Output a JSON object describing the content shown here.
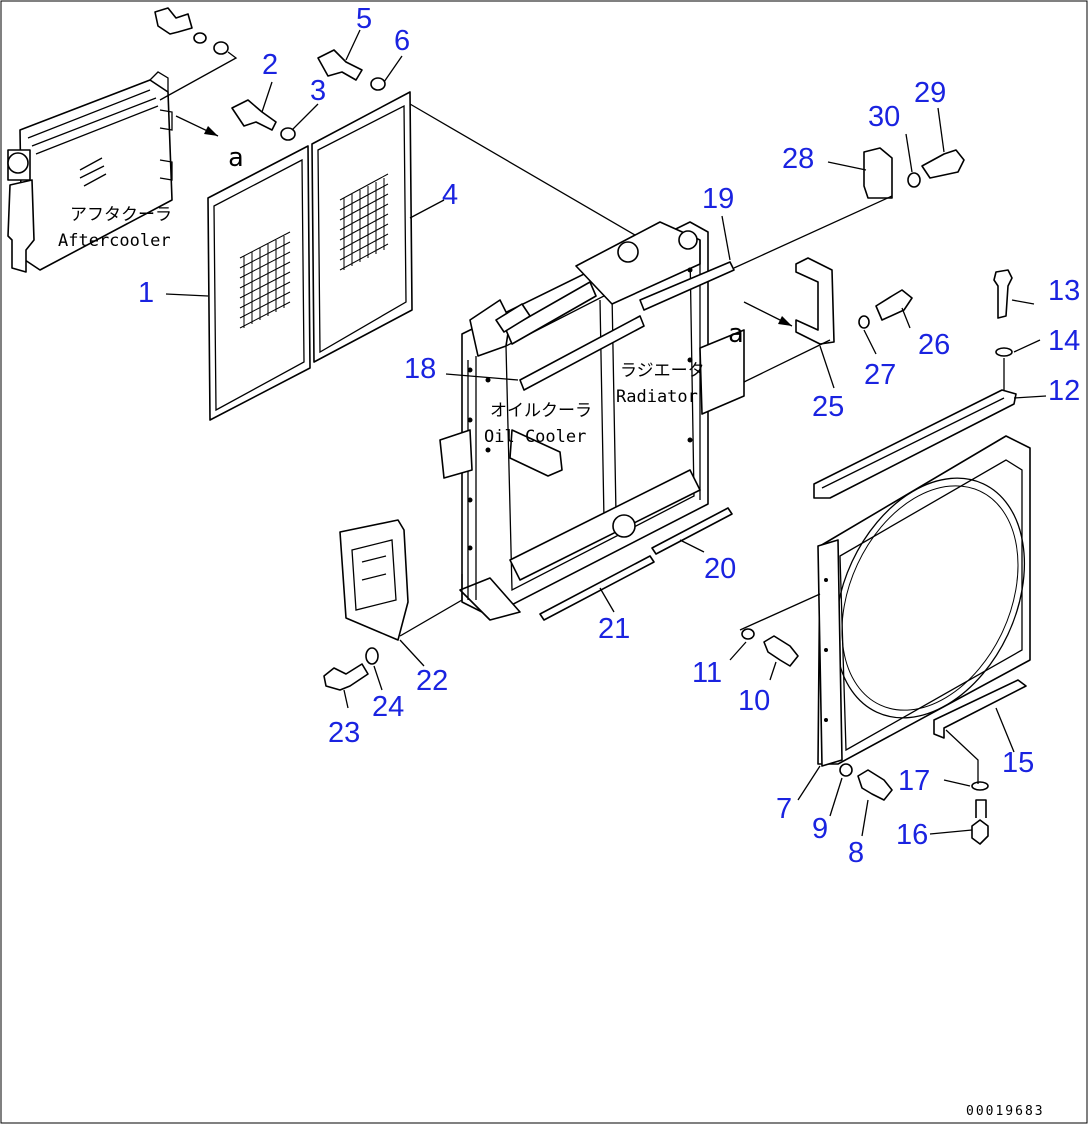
{
  "parts": [
    {
      "id": "p1",
      "text": "1"
    },
    {
      "id": "p2",
      "text": "2"
    },
    {
      "id": "p3",
      "text": "3"
    },
    {
      "id": "p4",
      "text": "4"
    },
    {
      "id": "p5",
      "text": "5"
    },
    {
      "id": "p6",
      "text": "6"
    },
    {
      "id": "p7",
      "text": "7"
    },
    {
      "id": "p8",
      "text": "8"
    },
    {
      "id": "p9",
      "text": "9"
    },
    {
      "id": "p10",
      "text": "10"
    },
    {
      "id": "p11",
      "text": "11"
    },
    {
      "id": "p12",
      "text": "12"
    },
    {
      "id": "p13",
      "text": "13"
    },
    {
      "id": "p14",
      "text": "14"
    },
    {
      "id": "p15",
      "text": "15"
    },
    {
      "id": "p16",
      "text": "16"
    },
    {
      "id": "p17",
      "text": "17"
    },
    {
      "id": "p18",
      "text": "18"
    },
    {
      "id": "p19",
      "text": "19"
    },
    {
      "id": "p20",
      "text": "20"
    },
    {
      "id": "p21",
      "text": "21"
    },
    {
      "id": "p22",
      "text": "22"
    },
    {
      "id": "p23",
      "text": "23"
    },
    {
      "id": "p24",
      "text": "24"
    },
    {
      "id": "p25",
      "text": "25"
    },
    {
      "id": "p26",
      "text": "26"
    },
    {
      "id": "p27",
      "text": "27"
    },
    {
      "id": "p28",
      "text": "28"
    },
    {
      "id": "p29",
      "text": "29"
    },
    {
      "id": "p30",
      "text": "30"
    }
  ],
  "labels": {
    "aftercooler_jp": "アフタクーラ",
    "aftercooler_en": "Aftercooler",
    "oilcooler_jp": "オイルクーラ",
    "oilcooler_en": "Oil Cooler",
    "radiator_jp": "ラジエータ",
    "radiator_en": "Radiator",
    "ref_a": "a",
    "ref_a2": "a"
  },
  "drawing_number": "00019683",
  "colors": {
    "callout": "#1a23e0",
    "line": "#000000",
    "background": "#ffffff"
  }
}
